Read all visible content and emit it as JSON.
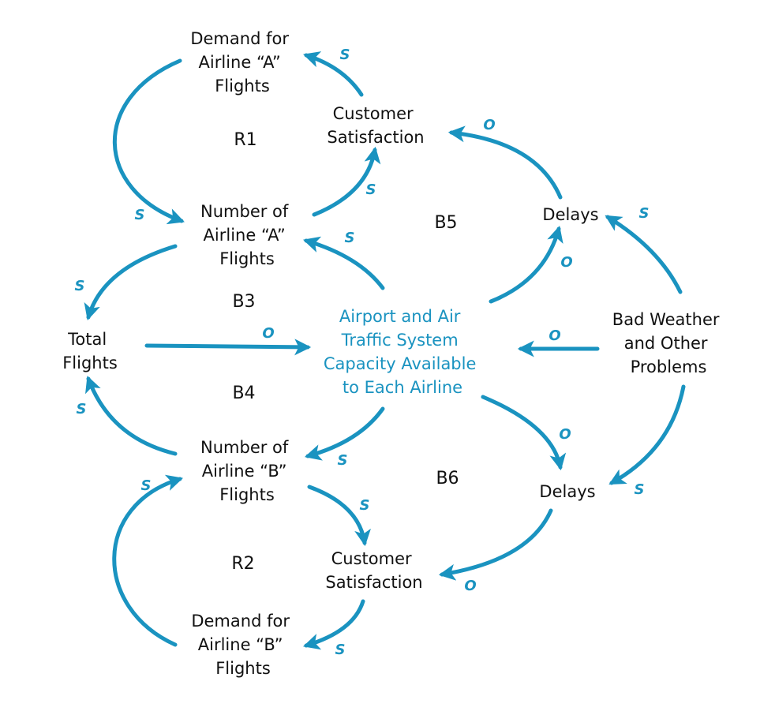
{
  "colors": {
    "accent": "#1a93c0",
    "text": "#111111"
  },
  "nodes": {
    "demand_a": [
      "Demand for",
      "Airline “A”",
      "Flights"
    ],
    "satisfaction_a": [
      "Customer",
      "Satisfaction"
    ],
    "flights_a": [
      "Number of",
      "Airline “A”",
      "Flights"
    ],
    "delays_top": [
      "Delays"
    ],
    "total": [
      "Total",
      "Flights"
    ],
    "capacity": [
      "Airport and Air",
      "Traffic System",
      "Capacity Available",
      "to Each Airline"
    ],
    "weather": [
      "Bad Weather",
      "and Other",
      "Problems"
    ],
    "flights_b": [
      "Number of",
      "Airline “B”",
      "Flights"
    ],
    "delays_bottom": [
      "Delays"
    ],
    "satisfaction_b": [
      "Customer",
      "Satisfaction"
    ],
    "demand_b": [
      "Demand for",
      "Airline “B”",
      "Flights"
    ]
  },
  "loops": {
    "r1": "R1",
    "b5": "B5",
    "b3": "B3",
    "b4": "B4",
    "b6": "B6",
    "r2": "R2"
  },
  "polarities": {
    "sat_a_to_demand_a": "S",
    "delays_top_to_sat_a": "O",
    "flights_a_to_sat_a": "S",
    "demand_a_to_flights_a": "S",
    "weather_to_delays_top": "S",
    "capacity_to_flights_a": "S",
    "capacity_to_delays_top": "O",
    "flights_a_to_total": "S",
    "total_to_capacity": "O",
    "weather_to_capacity": "O",
    "flights_b_to_total": "S",
    "capacity_to_delays_bottom": "O",
    "capacity_to_flights_b": "S",
    "weather_to_delays_bottom": "S",
    "demand_b_to_flights_b": "S",
    "flights_b_to_sat_b": "S",
    "delays_bottom_to_sat_b": "O",
    "sat_b_to_demand_b": "S"
  }
}
